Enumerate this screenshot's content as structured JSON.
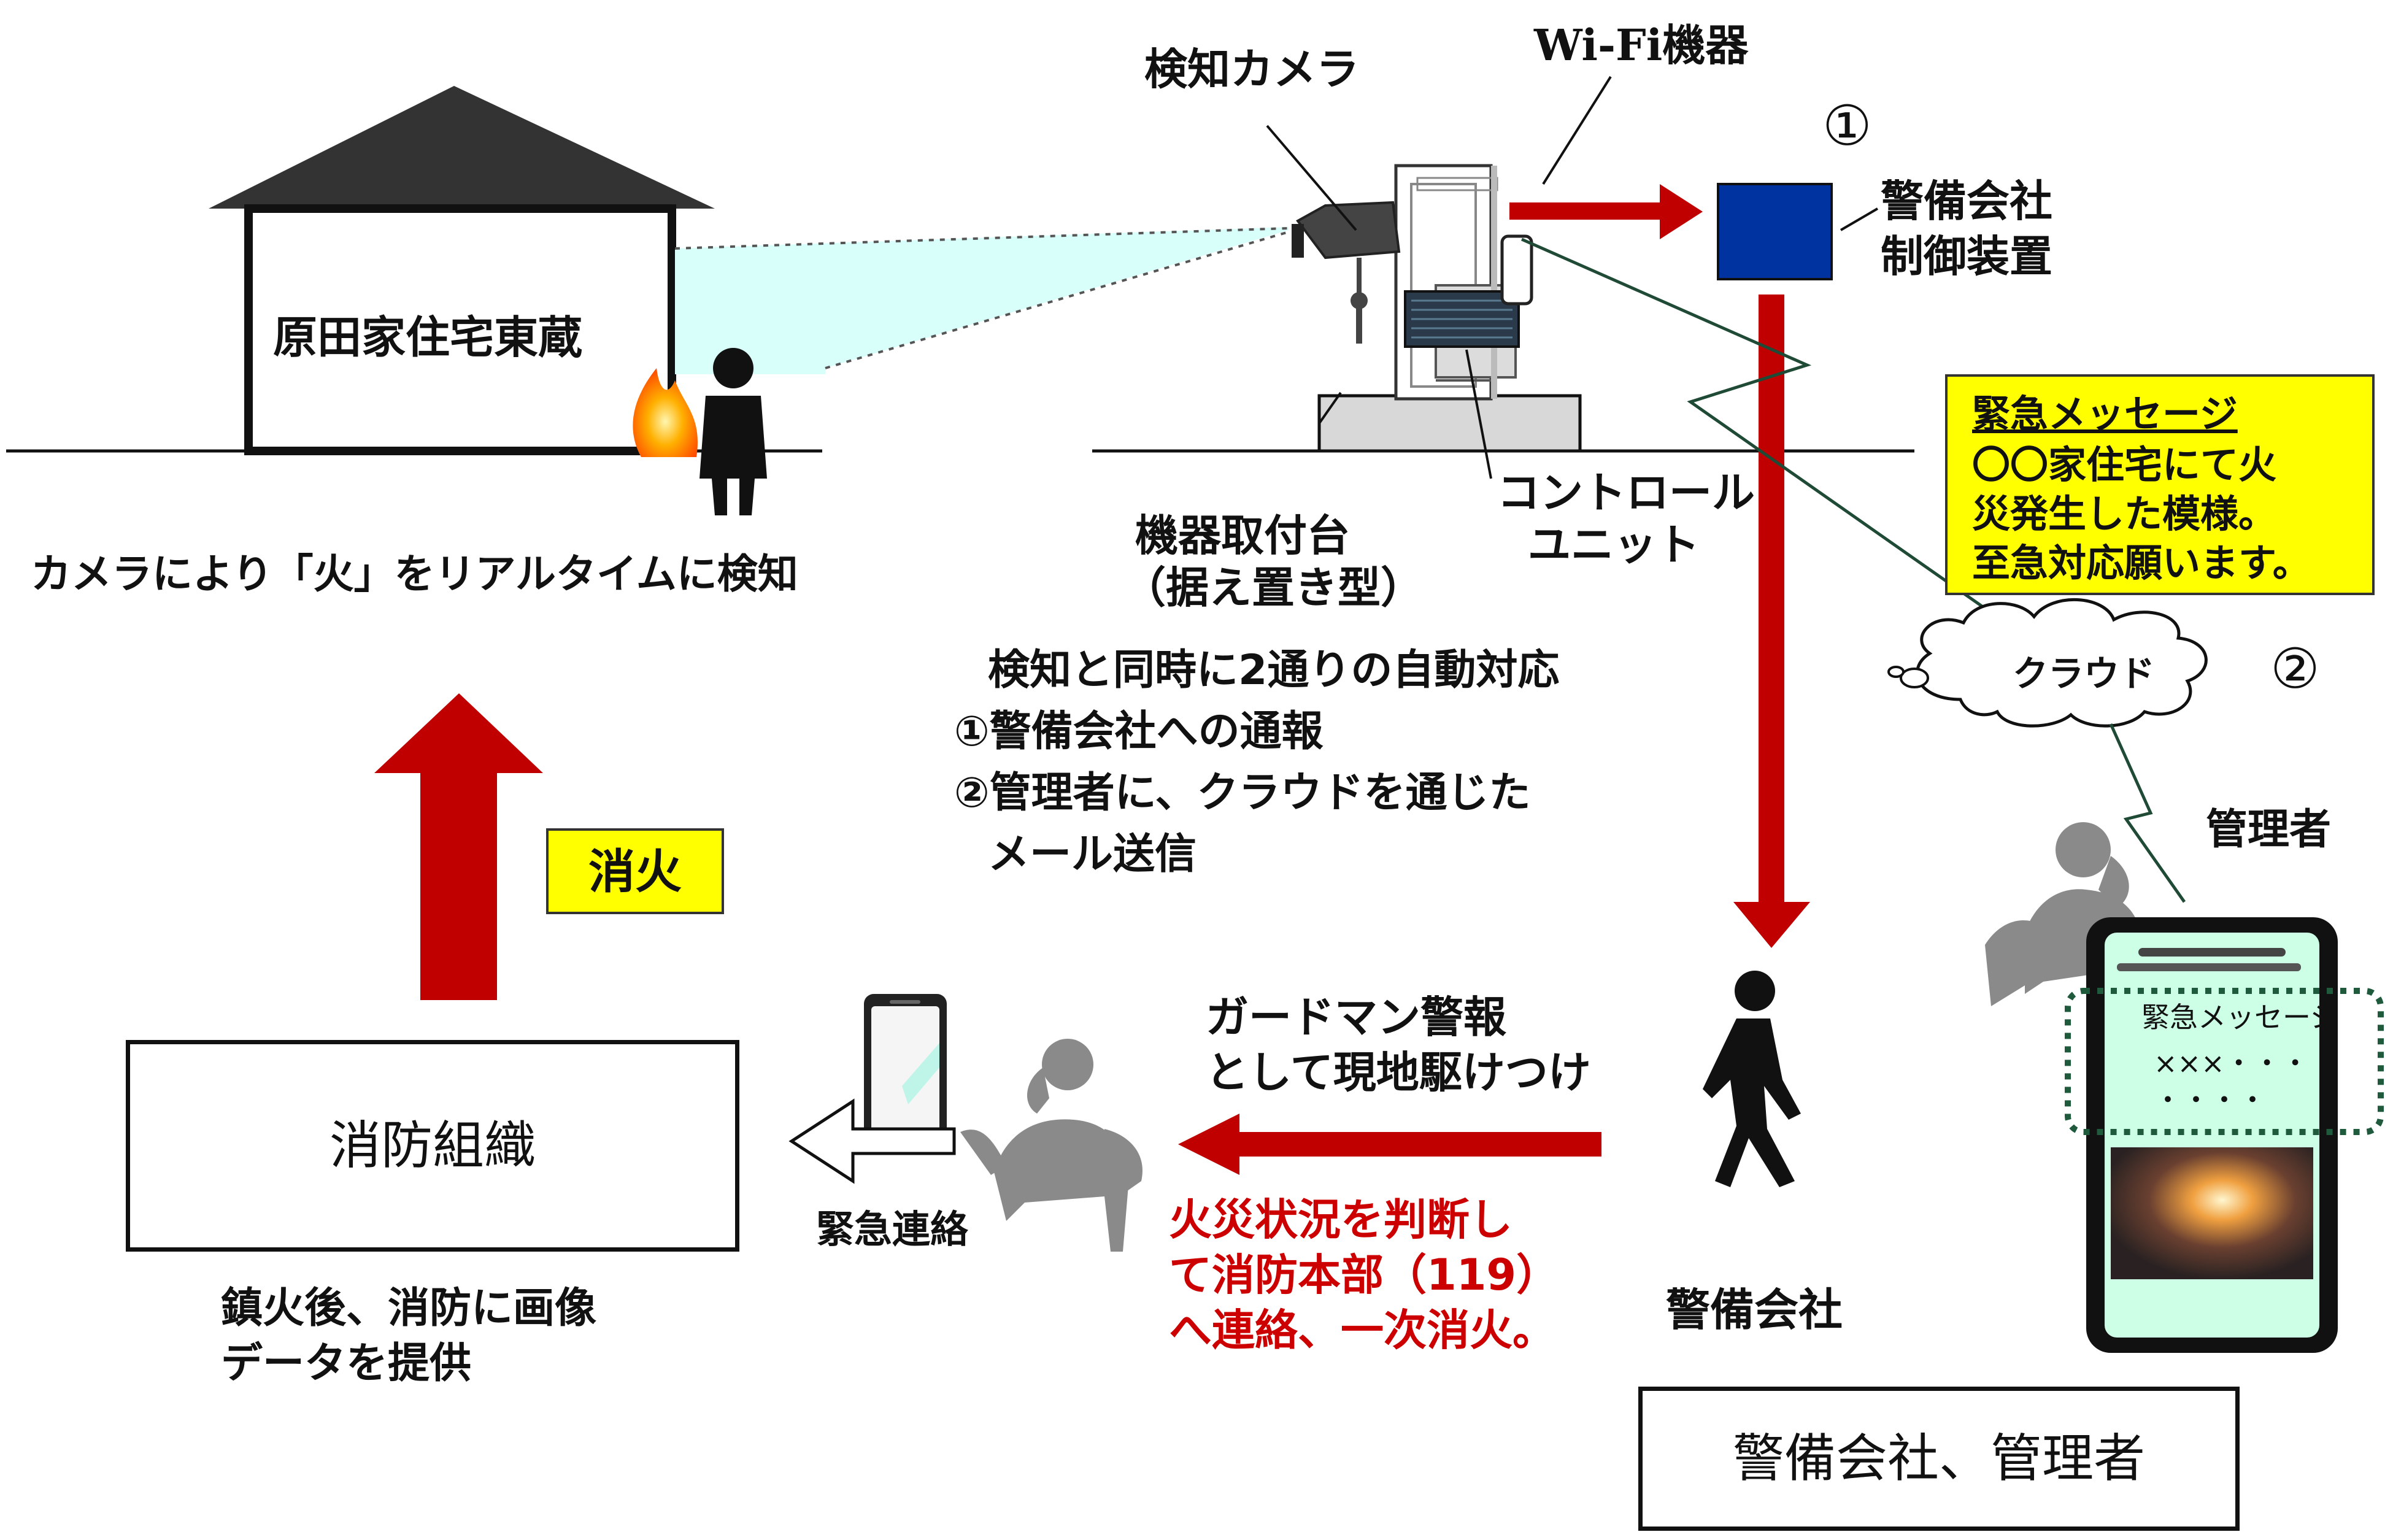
{
  "labels": {
    "house_name": "原田家住宅東蔵",
    "detect_caption": "カメラにより「火」をリアルタイムに検知",
    "camera": "検知カメラ",
    "wifi": "Wi-Fi機器",
    "mount_line1": "機器取付台",
    "mount_line2": "（据え置き型）",
    "control_line1": "コントロール",
    "control_line2": "ユニット",
    "security_device_line1": "警備会社",
    "security_device_line2": "制御装置",
    "circle_1": "①",
    "circle_2": "②",
    "auto_response_line1": "検知と同時に2通りの自動対応",
    "auto_response_line2": "①警備会社への通報",
    "auto_response_line3": "②管理者に、クラウドを通じた",
    "auto_response_line4": "メール送信",
    "cloud": "クラウド",
    "manager": "管理者",
    "extinguish": "消火",
    "fire_dept": "消防組織",
    "fire_dept_caption_line1": "鎮火後、消防に画像",
    "fire_dept_caption_line2": "データを提供",
    "emergency_contact": "緊急連絡",
    "guardman_line1": "ガードマン警報",
    "guardman_line2": "として現地駆けつけ",
    "judge_line1": "火災状況を判断し",
    "judge_line2": "て消防本部（119）",
    "judge_line3": "へ連絡、一次消火。",
    "security_company": "警備会社",
    "bottom_box": "警備会社、管理者"
  },
  "message_box": {
    "title": "緊急メッセージ",
    "line1": "〇〇家住宅にて火",
    "line2": "災発生した模様。",
    "line3": "至急対応願います。"
  },
  "phone_screen": {
    "title": "緊急メッセージ",
    "line1": "×××・・・",
    "line2": "・・・・"
  },
  "colors": {
    "arrow_red": "#c00000",
    "highlight_yellow": "#ffff00",
    "device_blue": "#0033a0",
    "phone_screen_green": "#ccffe6",
    "camera_view_cyan": "#d9fffb",
    "person_black": "#111111",
    "person_gray": "#8a8a8a",
    "dotted_green": "#1f5a3c"
  }
}
